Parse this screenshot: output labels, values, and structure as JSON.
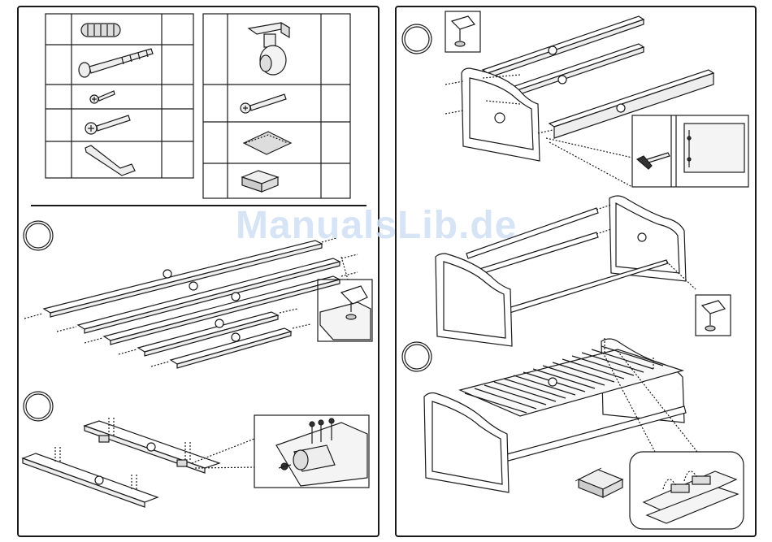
{
  "document": {
    "type": "assembly-instructions",
    "watermark": "ManualsLib.de",
    "left_page": {
      "parts_table_a": {
        "rows": [
          {
            "part": "dowel",
            "quantity": ""
          },
          {
            "part": "connector-bolt",
            "quantity": ""
          },
          {
            "part": "short-screw",
            "quantity": ""
          },
          {
            "part": "wood-screw",
            "quantity": ""
          },
          {
            "part": "allen-key",
            "quantity": ""
          }
        ]
      },
      "parts_table_b": {
        "rows": [
          {
            "part": "caster-wheel",
            "quantity": ""
          },
          {
            "part": "screw",
            "quantity": ""
          },
          {
            "part": "glue-bag",
            "quantity": ""
          },
          {
            "part": "pad-block",
            "quantity": ""
          }
        ]
      },
      "steps": [
        {
          "number": "",
          "description_icon": "insert-dowels"
        },
        {
          "number": "",
          "description_icon": "attach-casters"
        }
      ]
    },
    "right_page": {
      "steps": [
        {
          "number": "",
          "description_icon": "attach-rails-to-headboard"
        },
        {
          "number": "",
          "description_icon": "attach-footboard"
        },
        {
          "number": "",
          "description_icon": "lay-slats"
        }
      ]
    }
  },
  "colors": {
    "line": "#1a1a1a",
    "watermark": "#cfe0f5",
    "background": "#ffffff"
  }
}
